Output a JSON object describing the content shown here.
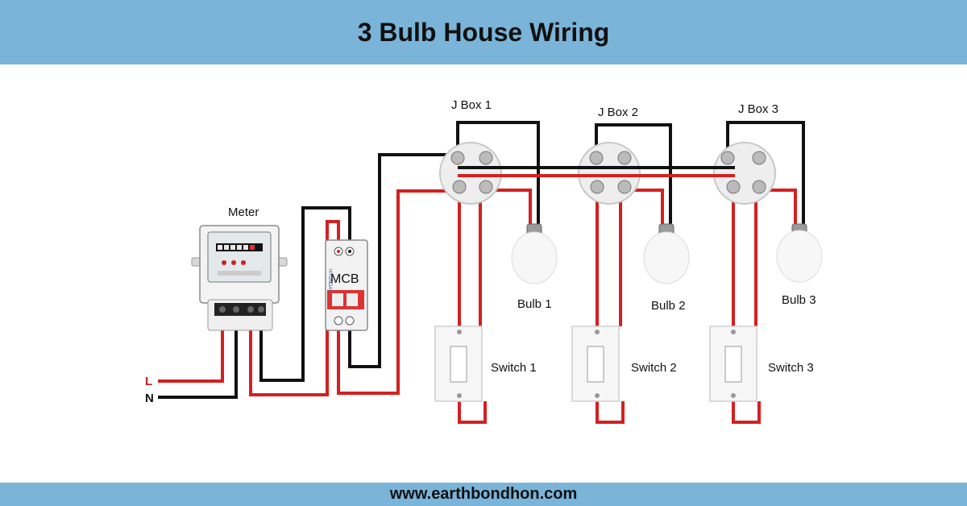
{
  "title": "3 Bulb House Wiring",
  "footer": "www.earthbondhon.com",
  "labels": {
    "meter": "Meter",
    "mcb": "MCB",
    "line": "L",
    "neutral": "N",
    "jbox1": "J Box 1",
    "jbox2": "J Box 2",
    "jbox3": "J Box 3",
    "bulb1": "Bulb 1",
    "bulb2": "Bulb 2",
    "bulb3": "Bulb 3",
    "switch1": "Switch 1",
    "switch2": "Switch 2",
    "switch3": "Switch 3"
  },
  "mcb_brand": "HYUNDAI",
  "colors": {
    "header": "#7ab4d8",
    "phase_wire": "#d42020",
    "neutral_wire": "#111111"
  }
}
